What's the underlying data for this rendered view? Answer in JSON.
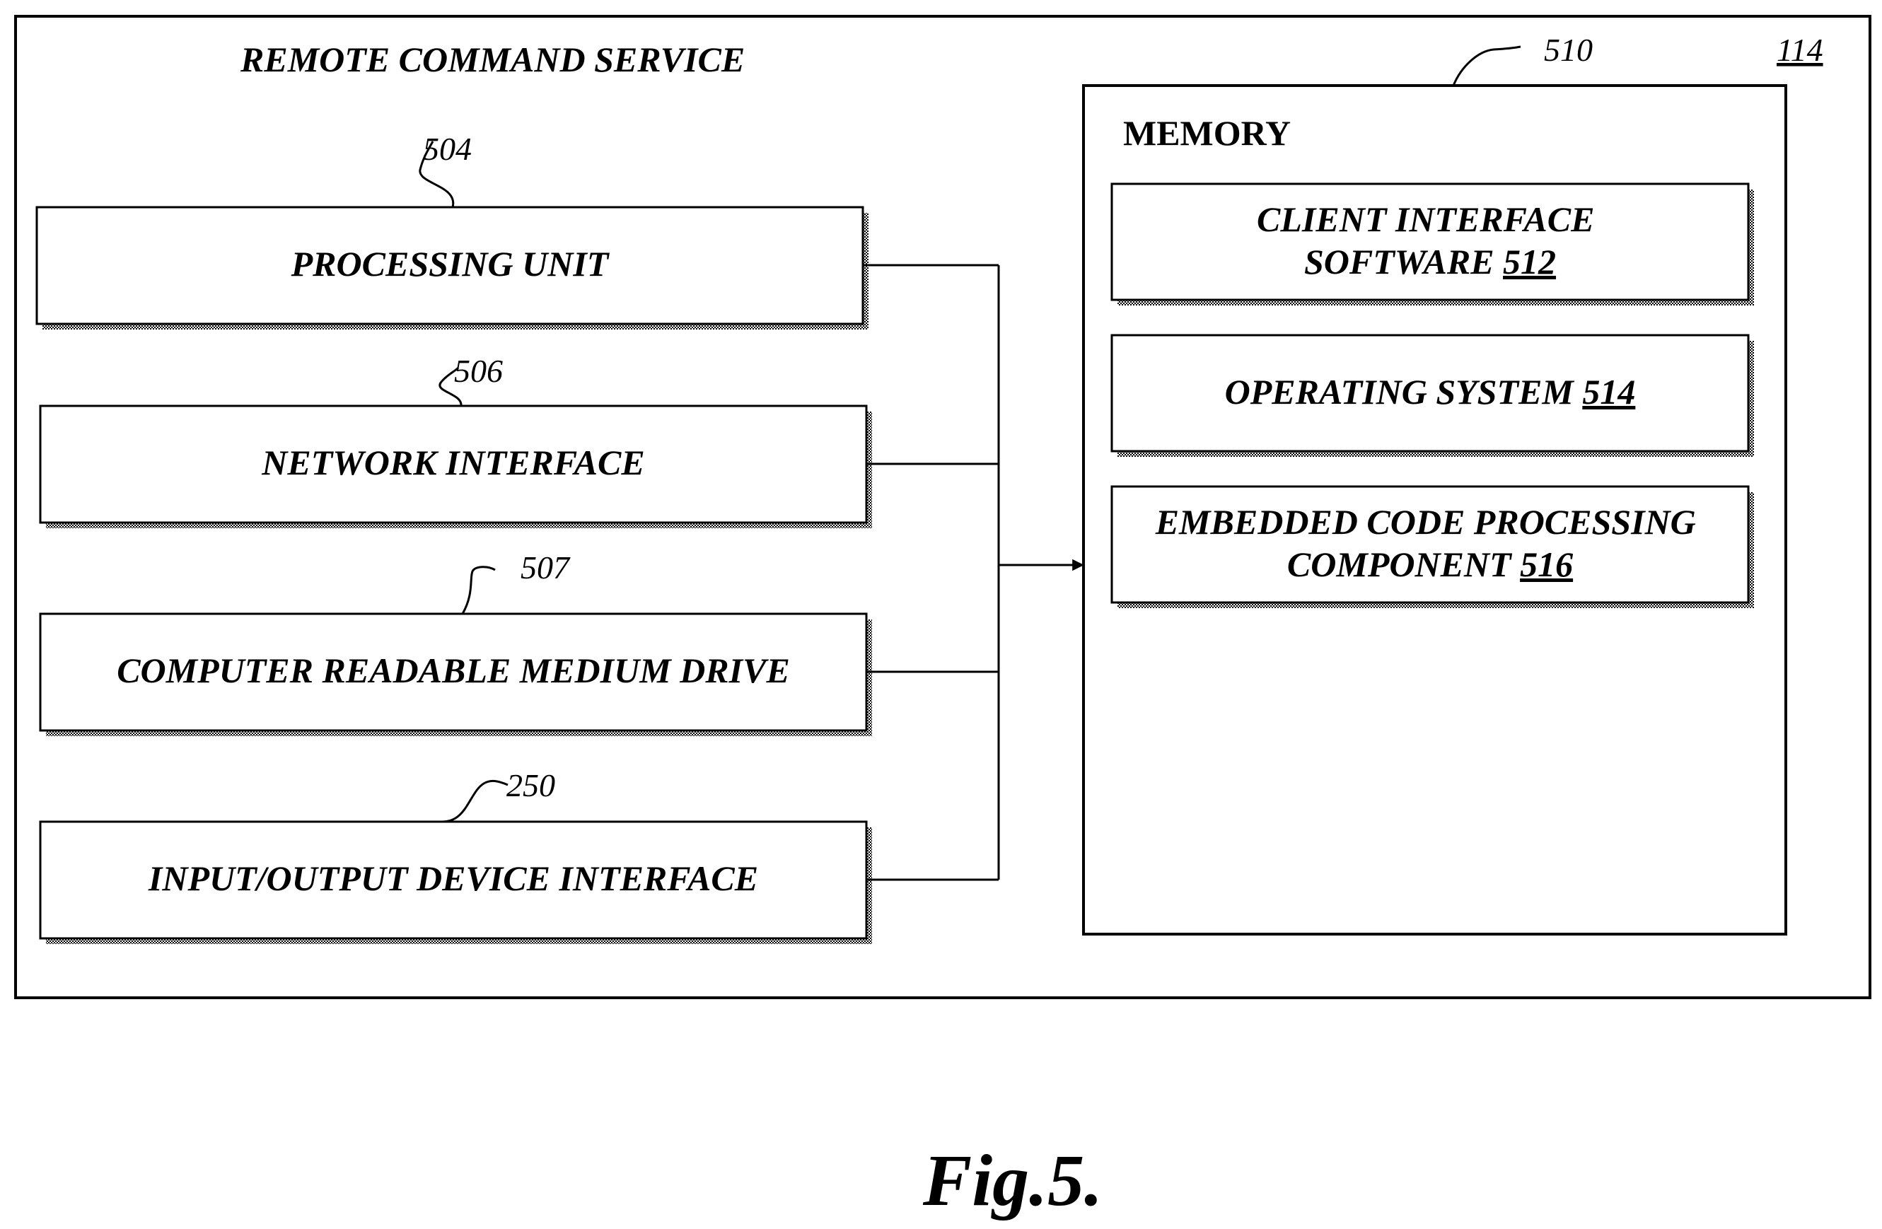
{
  "diagram": {
    "service_title": "REMOTE COMMAND SERVICE",
    "service_ref": "114",
    "components": [
      {
        "label": "PROCESSING UNIT",
        "ref": "504"
      },
      {
        "label": "NETWORK INTERFACE",
        "ref": "506"
      },
      {
        "label": "COMPUTER READABLE MEDIUM DRIVE",
        "ref": "507"
      },
      {
        "label": "INPUT/OUTPUT DEVICE INTERFACE",
        "ref": "250"
      }
    ],
    "memory": {
      "title": "MEMORY",
      "ref": "510",
      "items": [
        {
          "line1": "CLIENT INTERFACE",
          "line2": "SOFTWARE ",
          "ref": "512"
        },
        {
          "line1": "",
          "line2": "OPERATING SYSTEM ",
          "ref": "514"
        },
        {
          "line1": "EMBEDDED CODE PROCESSING",
          "line2": "COMPONENT ",
          "ref": "516"
        }
      ]
    },
    "figure_caption": "Fig.5."
  }
}
